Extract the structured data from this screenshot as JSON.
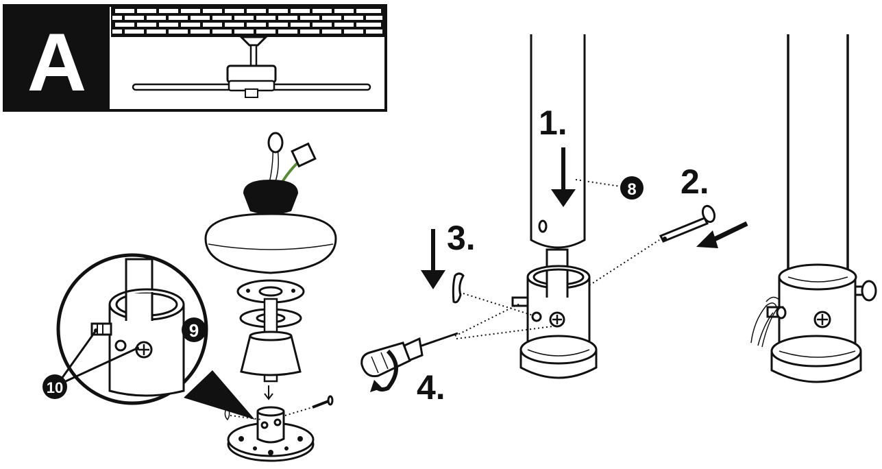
{
  "panel": {
    "letter": "A"
  },
  "steps": {
    "s1": "1.",
    "s2": "2.",
    "s3": "3.",
    "s4": "4."
  },
  "callouts": {
    "c8": "8",
    "c9": "9",
    "c10": "10"
  },
  "colors": {
    "ink": "#111111",
    "paper": "#ffffff",
    "wire_green": "#5a8a3a"
  }
}
